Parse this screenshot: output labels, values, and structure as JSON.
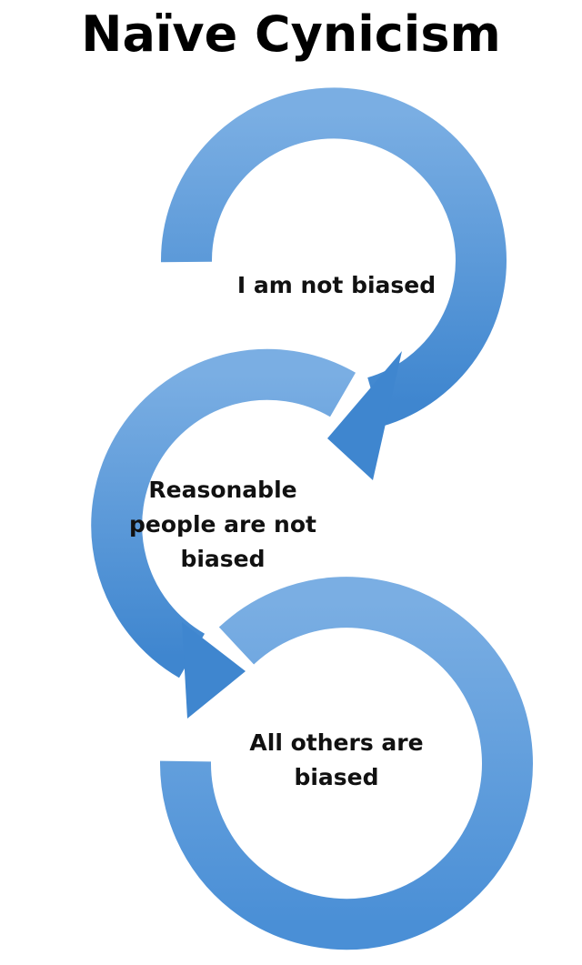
{
  "title": "Naïve Cynicism",
  "cycle": [
    {
      "lines": [
        "I am not biased"
      ]
    },
    {
      "lines": [
        "Reasonable",
        "people are not",
        "biased"
      ]
    },
    {
      "lines": [
        "All others are",
        "biased"
      ]
    }
  ],
  "colors": {
    "arrow_light": "#7aaee3",
    "arrow_dark": "#3f86cf",
    "text": "#111111",
    "background": "#ffffff"
  }
}
